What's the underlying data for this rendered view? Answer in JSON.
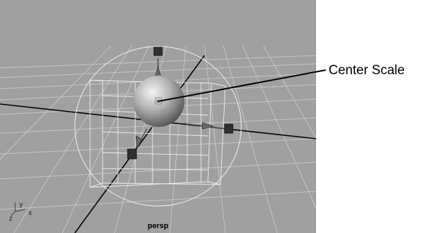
{
  "viewport": {
    "view_name": "persp",
    "axis_indicator": {
      "up_axis": "y",
      "depth_axis": "z",
      "side_axis": "x"
    }
  },
  "manipulator": {
    "tool": "scale-manipulator",
    "handle_icons": [
      "center-scale-icon",
      "x-axis-scale-handle-icon",
      "y-axis-scale-handle-icon",
      "z-axis-scale-handle-icon"
    ]
  },
  "callout": {
    "label": "Center Scale"
  },
  "colors": {
    "viewport_bg": "#a0a0a0",
    "grid_line": "#c8c8c8",
    "world_axis": "#000000",
    "wireframe": "#ffffff",
    "handle": "#303030"
  }
}
